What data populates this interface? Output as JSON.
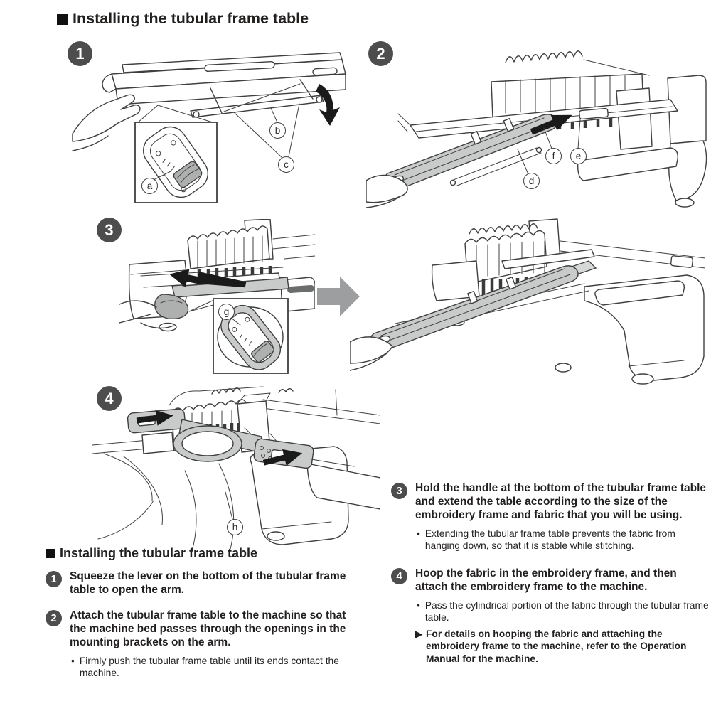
{
  "top_heading": "Installing the tubular frame table",
  "glyphs": {
    "bullet": "•",
    "note_arrow": "▶"
  },
  "figures": [
    {
      "num": "1"
    },
    {
      "num": "2"
    },
    {
      "num": "3"
    },
    {
      "num": "4"
    }
  ],
  "callouts": {
    "a": "a",
    "b": "b",
    "c": "c",
    "d": "d",
    "e": "e",
    "f": "f",
    "g": "g",
    "h": "h"
  },
  "instructions": {
    "heading": "Installing the tubular frame table",
    "left": [
      {
        "num": "1",
        "text": "Squeeze the lever on the bottom of the tubular frame table to open the arm.",
        "bullets": []
      },
      {
        "num": "2",
        "text": "Attach the tubular frame table to the machine so that the machine bed passes through the openings in the mounting brackets on the arm.",
        "bullets": [
          "Firmly push the tubular frame table until its ends contact the machine."
        ]
      }
    ],
    "right": [
      {
        "num": "3",
        "text": "Hold the handle at the bottom of the tubular frame table and extend the table according to the size of the embroidery frame and fabric that you will be using.",
        "bullets": [
          "Extending the tubular frame table prevents the fabric from hanging down, so that it is stable while stitching."
        ]
      },
      {
        "num": "4",
        "text": "Hoop the fabric in the embroidery frame, and then attach the embroidery frame to the machine.",
        "bullets": [
          "Pass the cylindrical portion of the fabric through the tubular frame table."
        ],
        "note": "For details on hooping the fabric and attaching the embroidery frame to the machine, refer to the Operation Manual for the machine."
      }
    ]
  },
  "colors": {
    "badge": "#4d4d4d",
    "line_art": "#3f3f3f",
    "table_fill": "#c9cbca",
    "big_arrow": "#9c9ea0",
    "black_arrow": "#1a1a1a"
  }
}
